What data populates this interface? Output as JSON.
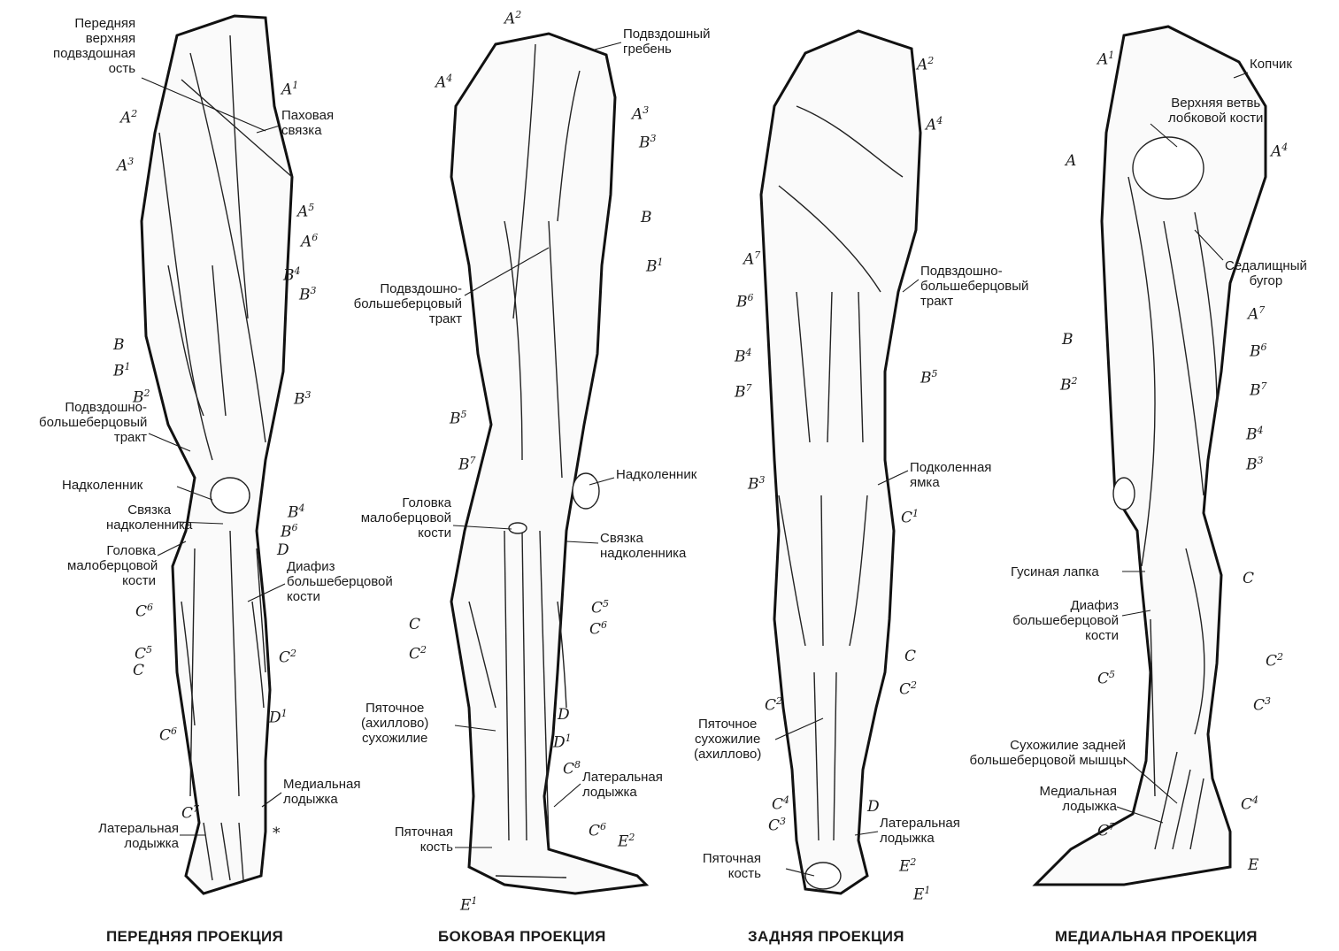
{
  "views": {
    "anterior": {
      "caption": "ПЕРЕДНЯЯ ПРОЕКЦИЯ",
      "labels": {
        "asis": [
          "Передняя",
          "верхняя",
          "подвздошная",
          "ость"
        ],
        "inguinal": [
          "Паховая",
          "связка"
        ],
        "itband": [
          "Подвздошно-",
          "большеберцовый",
          "тракт"
        ],
        "patella": [
          "Надколенник"
        ],
        "patellar_lig": [
          "Связка",
          "надколенника"
        ],
        "fibula_head": [
          "Головка",
          "малоберцовой",
          "кости"
        ],
        "tibia_shaft": [
          "Диафиз",
          "большеберцовой",
          "кости"
        ],
        "medial_malleolus": [
          "Медиальная",
          "лодыжка"
        ],
        "lateral_malleolus": [
          "Латеральная",
          "лодыжка"
        ]
      },
      "codes": [
        "A",
        "1",
        "A",
        "2",
        "A",
        "3",
        "A",
        "5",
        "A",
        "6",
        "B",
        "4",
        "B",
        "3",
        "B",
        "",
        "B",
        "1",
        "B",
        "2",
        "B",
        "3",
        "B",
        "4",
        "B",
        "6",
        "D",
        "",
        "C",
        "6",
        "C",
        "5",
        "C",
        "",
        "C",
        "2",
        "D",
        "1",
        "C",
        "6",
        "C",
        "7",
        "*",
        ""
      ]
    },
    "lateral": {
      "caption": "БОКОВАЯ ПРОЕКЦИЯ",
      "labels": {
        "crest": [
          "Подвздошный",
          "гребень"
        ],
        "itband": [
          "Подвздошно-",
          "большеберцовый",
          "тракт"
        ],
        "patella": [
          "Надколенник"
        ],
        "fibula_head": [
          "Головка",
          "малоберцовой",
          "кости"
        ],
        "patellar_lig": [
          "Связка",
          "надколенника"
        ],
        "achilles": [
          "Пяточное",
          "(ахиллово)",
          "сухожилие"
        ],
        "lateral_malleolus": [
          "Латеральная",
          "лодыжка"
        ],
        "calcaneus": [
          "Пяточная",
          "кость"
        ]
      },
      "codes": [
        "A",
        "2",
        "A",
        "4",
        "A",
        "3",
        "B",
        "3",
        "B",
        "",
        "B",
        "1",
        "B",
        "5",
        "B",
        "7",
        "C",
        "",
        "C",
        "5",
        "C",
        "6",
        "C",
        "2",
        "D",
        "",
        "D",
        "1",
        "C",
        "8",
        "C",
        "6",
        "E",
        "2",
        "E",
        "1"
      ]
    },
    "posterior": {
      "caption": "ЗАДНЯЯ ПРОЕКЦИЯ",
      "labels": {
        "itband": [
          "Подвздошно-",
          "большеберцовый",
          "тракт"
        ],
        "popliteal": [
          "Подколенная",
          "ямка"
        ],
        "achilles": [
          "Пяточное",
          "сухожилие",
          "(ахиллово)"
        ],
        "lateral_malleolus": [
          "Латеральная",
          "лодыжка"
        ],
        "calcaneus": [
          "Пяточная",
          "кость"
        ]
      },
      "codes": [
        "A",
        "2",
        "A",
        "4",
        "A",
        "7",
        "B",
        "6",
        "B",
        "4",
        "B",
        "7",
        "B",
        "5",
        "B",
        "3",
        "C",
        "1",
        "C",
        "",
        "C",
        "2",
        "C",
        "2",
        "C",
        "4",
        "C",
        "3",
        "D",
        "",
        "E",
        "2",
        "E",
        "1"
      ]
    },
    "medial": {
      "caption": "МЕДИАЛЬНАЯ ПРОЕКЦИЯ",
      "labels": {
        "coccyx": [
          "Копчик"
        ],
        "pubic_ramus": [
          "Верхняя ветвь",
          "лобковой кости"
        ],
        "ischial": [
          "Седалищный",
          "бугор"
        ],
        "pes": [
          "Гусиная лапка"
        ],
        "tibia_shaft": [
          "Диафиз",
          "большеберцовой",
          "кости"
        ],
        "tib_post": [
          "Сухожилие задней",
          "большеберцовой мышцы"
        ],
        "medial_malleolus": [
          "Медиальная",
          "лодыжка"
        ]
      },
      "codes": [
        "A",
        "1",
        "A",
        "",
        "A",
        "4",
        "A",
        "7",
        "B",
        "",
        "B",
        "6",
        "B",
        "2",
        "B",
        "7",
        "B",
        "4",
        "B",
        "3",
        "C",
        "",
        "C",
        "5",
        "C",
        "2",
        "C",
        "3",
        "C",
        "4",
        "C",
        "7",
        "E",
        ""
      ]
    }
  }
}
